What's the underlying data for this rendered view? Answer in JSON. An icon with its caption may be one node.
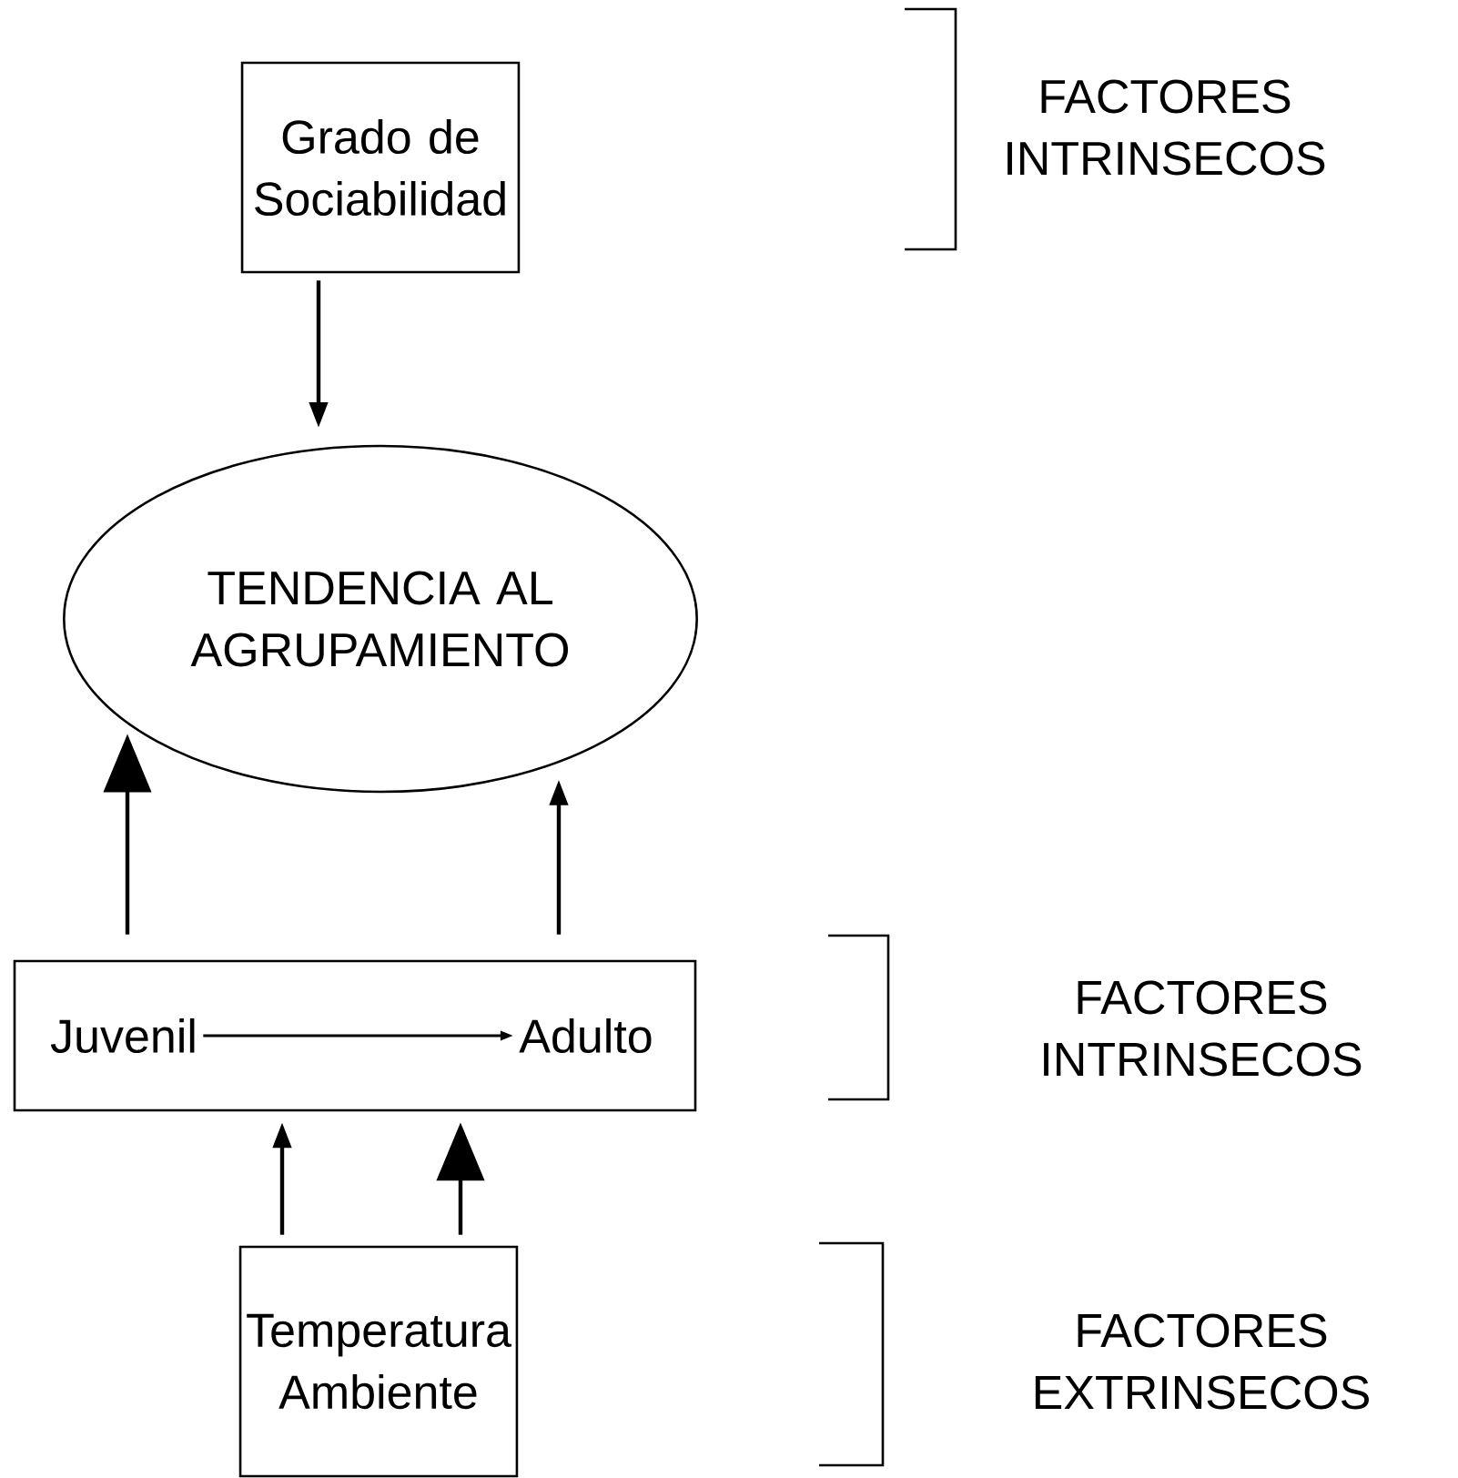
{
  "diagram": {
    "nodes": [
      {
        "text": [
          "Grado de Sociabilidad"
        ]
      },
      {
        "text": [
          "TENDENCIA AL AGRUPAMIENTO"
        ]
      },
      {
        "text": [],
        "shape": "box"
      },
      {
        "text": [
          "Juvenil"
        ],
        "in": 2
      },
      {
        "text": [
          "Adulto"
        ],
        "in": 2
      },
      {
        "text": [
          "Temperatura Ambiente"
        ]
      }
    ],
    "edges": [
      {
        "from": 0,
        "to": 1,
        "arrow": "to"
      },
      {
        "from": 2,
        "to": 1,
        "arrow": "to"
      },
      {
        "from": 2,
        "to": 1,
        "arrow": "to"
      },
      {
        "from": 3,
        "to": 4,
        "arrow": "to"
      },
      {
        "from": 5,
        "to": 2,
        "arrow": "to"
      },
      {
        "from": 5,
        "to": 2,
        "arrow": "to"
      }
    ],
    "labels": [
      "FACTORES INTRINSECOS",
      "FACTORES INTRINSECOS",
      "FACTORES EXTRINSECOS"
    ]
  }
}
